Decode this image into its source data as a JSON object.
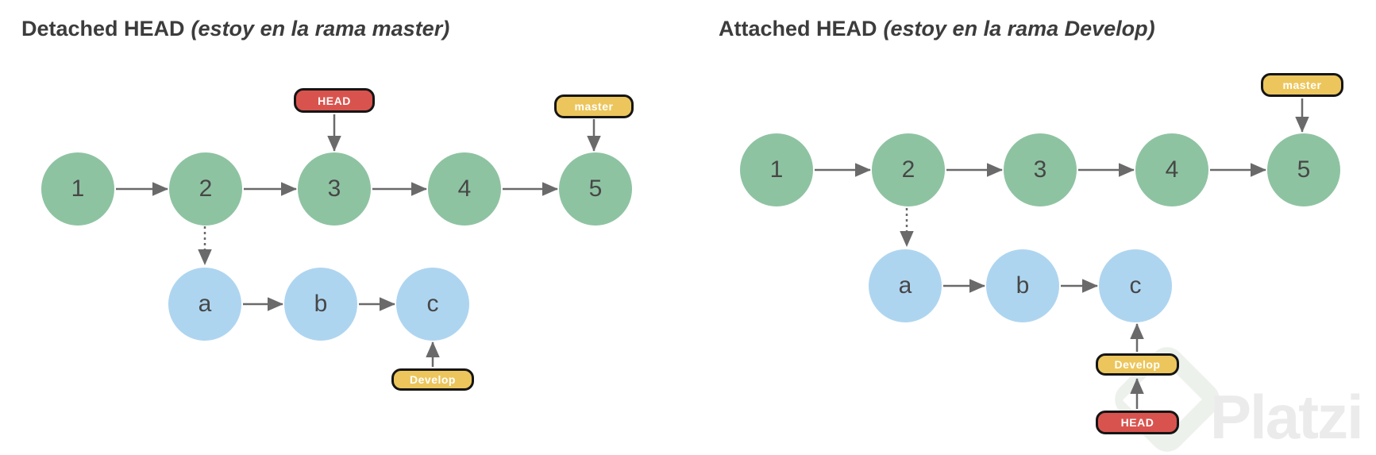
{
  "left_diagram": {
    "title": "Detached HEAD",
    "title_note": "(estoy en la rama master)",
    "master_commits": [
      "1",
      "2",
      "3",
      "4",
      "5"
    ],
    "develop_commits": [
      "a",
      "b",
      "c"
    ],
    "badges": {
      "head": "HEAD",
      "master": "master",
      "develop": "Develop"
    }
  },
  "right_diagram": {
    "title": "Attached HEAD",
    "title_note": "(estoy en la rama Develop)",
    "master_commits": [
      "1",
      "2",
      "3",
      "4",
      "5"
    ],
    "develop_commits": [
      "a",
      "b",
      "c"
    ],
    "badges": {
      "head": "HEAD",
      "master": "master",
      "develop": "Develop"
    }
  },
  "watermark": {
    "brand_text": "Platzi",
    "logo_icon": "platzi-diamond-logo"
  },
  "colors": {
    "commit_node_green": "#8ec3a2",
    "branch_node_blue": "#aed5f0",
    "badge_yellow": "#ecc65c",
    "badge_red": "#d9534e",
    "badge_border_black": "#151515",
    "arrow_gray": "#6a6a6a",
    "node_label_gray": "#474747",
    "title_gray": "#3c3c3c",
    "watermark_gray": "#ebebeb",
    "background_white": "#ffffff"
  }
}
